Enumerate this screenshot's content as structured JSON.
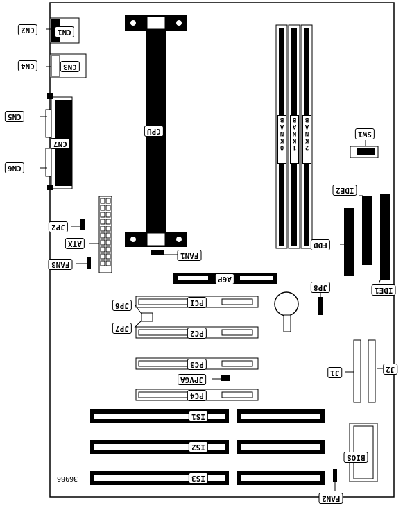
{
  "connectors": {
    "cn1": "CN1",
    "cn2": "CN2",
    "cn3": "CN3",
    "cn4": "CN4",
    "cn5": "CN5",
    "cn6": "CN6",
    "cn7": "CN7"
  },
  "jumpers": {
    "jp2": "JP2",
    "jp6": "JP6",
    "jp7": "JP7",
    "jp8": "JP8",
    "jpvga": "JPVGA",
    "j1": "J1",
    "j2": "J2",
    "sw1": "SW1"
  },
  "power": {
    "atx": "ATX"
  },
  "fans": {
    "fan1": "FAN1",
    "fan2": "FAN2",
    "fan3": "FAN3"
  },
  "cpu": "CPU",
  "memory": {
    "bank0": [
      "B",
      "A",
      "N",
      "K",
      "0"
    ],
    "bank1": [
      "B",
      "A",
      "N",
      "K",
      "1"
    ],
    "bank2": [
      "B",
      "A",
      "N",
      "K",
      "2"
    ]
  },
  "drives": {
    "ide1": "IDE1",
    "ide2": "IDE2",
    "fdd": "FDD"
  },
  "slots": {
    "agp": "AGP",
    "pci": [
      "PCI",
      "PC2",
      "PC3",
      "PC4"
    ],
    "isa": [
      "IS1",
      "IS2",
      "IS3"
    ]
  },
  "bios": "BIOS",
  "part_number": "36986"
}
